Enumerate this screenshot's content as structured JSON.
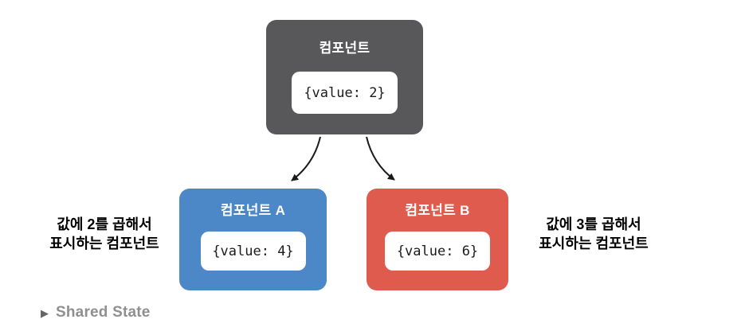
{
  "nodes": {
    "parent": {
      "title": "컴포넌트",
      "value": "{value: 2}",
      "color": "#58585A"
    },
    "child_a": {
      "title": "컴포넌트 A",
      "value": "{value: 4}",
      "color": "#4C87C8"
    },
    "child_b": {
      "title": "컴포넌트 B",
      "value": "{value: 6}",
      "color": "#DE5B4D"
    }
  },
  "labels": {
    "left": {
      "line1": "값에 2를 곱해서",
      "line2": "표시하는 컴포넌트"
    },
    "right": {
      "line1": "값에 3를 곱해서",
      "line2": "표시하는 컴포넌트"
    }
  },
  "caption": {
    "icon": "▶",
    "label": "Shared State"
  },
  "colors": {
    "background": "#FFFFFF",
    "parent_box": "#58585A",
    "child_a_box": "#4C87C8",
    "child_b_box": "#DE5B4D",
    "value_pill": "#FFFFFF",
    "value_text": "#1B1B1D",
    "side_label_text": "#000000",
    "arrow": "#1A1A1A",
    "caption_text": "#8F8F8F",
    "caption_icon": "#666666"
  }
}
